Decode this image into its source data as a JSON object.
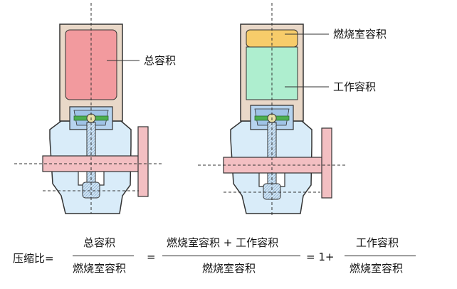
{
  "labels": {
    "total_volume": "总容积",
    "combustion_volume": "燃烧室容积",
    "working_volume": "工作容积"
  },
  "formula": {
    "lhs": "压缩比=",
    "frac1": {
      "num": "总容积",
      "den": "燃烧室容积"
    },
    "eq1": "=",
    "frac2": {
      "num": "燃烧室容积 + 工作容积",
      "den": "燃烧室容积"
    },
    "eq2": "= 1+",
    "frac3": {
      "num": "工作容积",
      "den": "燃烧室容积"
    }
  },
  "colors": {
    "total_volume_fill": "#f29a9e",
    "combustion_fill": "#f7cc6a",
    "working_fill": "#aeeecf",
    "cylinder_wall": "#e9d8c8",
    "crankcase_fill": "#d9ecf9",
    "piston_fill": "#b7d4ef",
    "flywheel_fill": "#f3bfc2"
  }
}
